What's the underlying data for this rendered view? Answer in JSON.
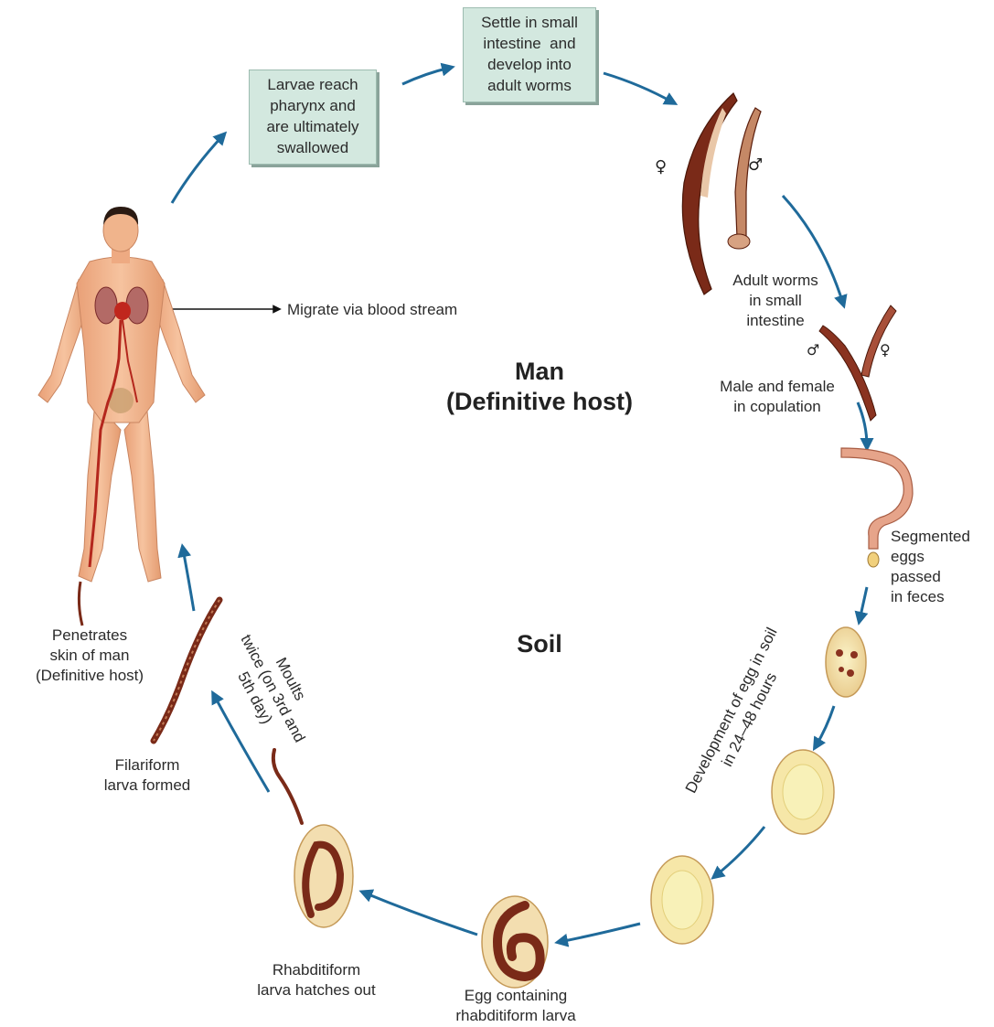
{
  "title_host": "Man\n(Definitive host)",
  "title_soil": "Soil",
  "boxes": {
    "larvae_pharynx": "Larvae reach\npharynx and\nare ultimately\nswallowed",
    "settle_intestine": "Settle in small\nintestine  and\ndevelop into\nadult worms"
  },
  "labels": {
    "migrate": "Migrate via blood stream",
    "adult_worms": "Adult worms\nin small\nintestine",
    "copulation": "Male and female\nin copulation",
    "segmented_eggs": "Segmented\neggs\npassed\nin feces",
    "development": "Development of egg in soil\nin 24–48 hours",
    "egg_containing": "Egg containing\nrhabditiform larva",
    "rhabditiform_hatch": "Rhabditiform\nlarva hatches out",
    "moults": "Moults\ntwice (on 3rd and\n5th day)",
    "filariform": "Filariform\nlarva formed",
    "penetrates": "Penetrates\nskin of man\n(Definitive host)"
  },
  "symbols": {
    "female": "♀",
    "male": "♂"
  },
  "colors": {
    "arrow": "#1f6a9a",
    "box_fill": "#d3e8df",
    "worm_dark": "#7a2a18",
    "worm_light": "#e9c7a8",
    "egg_shell": "#f3deb0",
    "egg_yolk": "#f7f0a8",
    "skin": "#f2b48c"
  }
}
